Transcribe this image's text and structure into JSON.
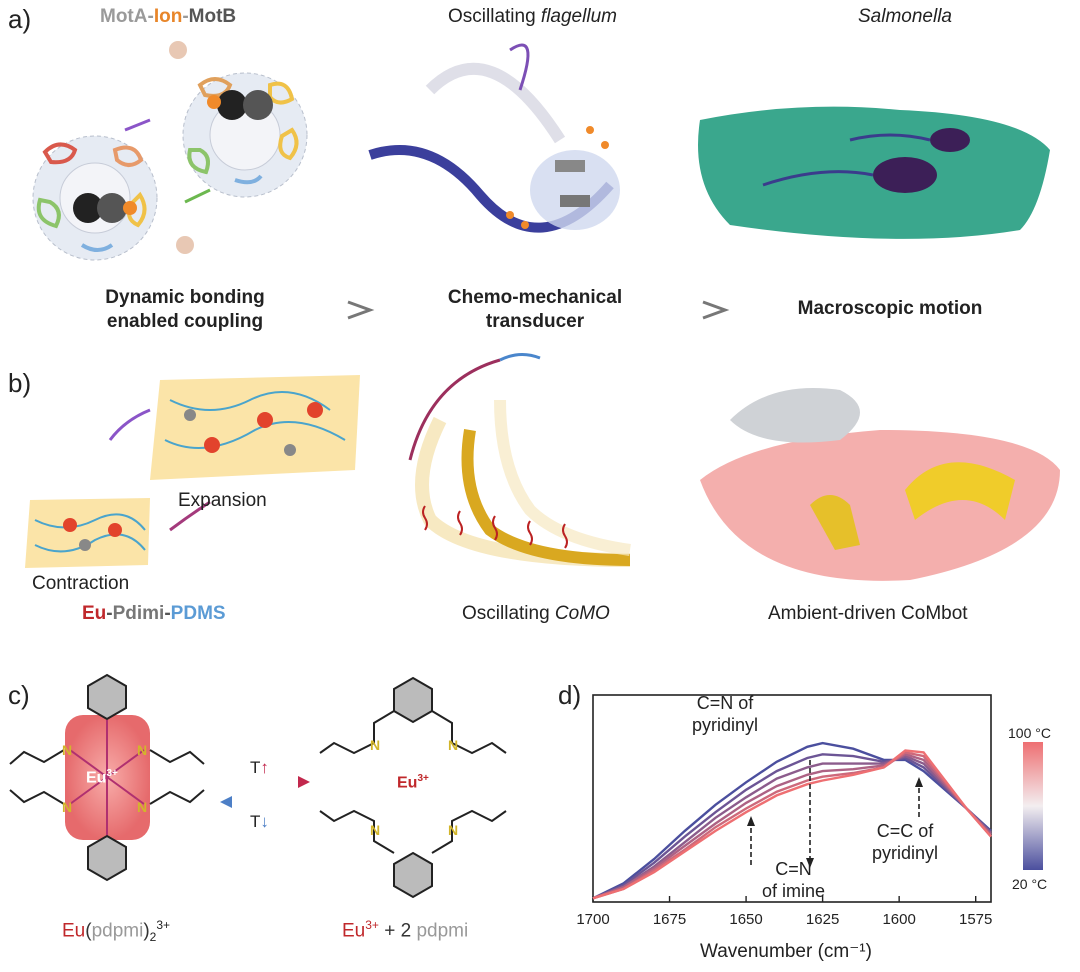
{
  "panel_a": {
    "label": "a)",
    "title_left": {
      "part1": "MotA",
      "dash1": "-",
      "part2": "Ion",
      "dash2": "-",
      "part3": "MotB"
    },
    "title_middle_prefix": "Oscillating ",
    "title_middle_italic": "flagellum",
    "title_right": "Salmonella",
    "caption_left_line1": "Dynamic bonding",
    "caption_left_line2": "enabled coupling",
    "caption_middle_line1": "Chemo-mechanical",
    "caption_middle_line2": "transducer",
    "caption_right": "Macroscopic motion"
  },
  "panel_b": {
    "label": "b)",
    "expansion": "Expansion",
    "contraction": "Contraction",
    "material": {
      "part1": "Eu",
      "dash1": "-",
      "part2": "Pdimi",
      "dash2": "-",
      "part3": "PDMS"
    },
    "middle_prefix": "Oscillating ",
    "middle_italic": "CoMO",
    "right": "Ambient-driven CoMbot"
  },
  "panel_c": {
    "label": "c)",
    "complex_center": "Eu",
    "complex_center_sup": "3+",
    "n_label": "N",
    "t_up": "T",
    "t_down": "T",
    "free_ion": "Eu",
    "free_ion_sup": "3+",
    "left_formula": {
      "eu": "Eu",
      "open": "(",
      "ligand": "pdpmi",
      "close": ")",
      "sub": "2",
      "sup": "3+"
    },
    "right_formula": {
      "eu": "Eu",
      "sup": "3+",
      "plus": " + 2 ",
      "ligand": "pdpmi"
    }
  },
  "panel_d": {
    "label": "d)",
    "annot_cn_pyr_line1": "C=N of",
    "annot_cn_pyr_line2": "pyridinyl",
    "annot_cc_pyr_line1": "C=C of",
    "annot_cc_pyr_line2": "pyridinyl",
    "annot_cn_imine_line1": "C=N",
    "annot_cn_imine_line2": "of imine",
    "colorbar_top": "100 °C",
    "colorbar_bottom": "20 °C",
    "colors": {
      "hot": "#ee6f72",
      "cold": "#4b4f9e"
    }
  },
  "chart_data": {
    "type": "line",
    "xlabel": "Wavenumber (cm⁻¹)",
    "ylabel": "",
    "xlim": [
      1700,
      1570
    ],
    "xticks": [
      1700,
      1675,
      1650,
      1625,
      1600,
      1575
    ],
    "series": [
      {
        "x": [
          1700,
          1690,
          1680,
          1670,
          1660,
          1650,
          1640,
          1630,
          1625,
          1615,
          1605,
          1598,
          1592,
          1585,
          1578,
          1570
        ],
        "values": [
          0.02,
          0.1,
          0.23,
          0.38,
          0.52,
          0.64,
          0.75,
          0.83,
          0.85,
          0.82,
          0.76,
          0.76,
          0.7,
          0.6,
          0.5,
          0.38
        ]
      },
      {
        "x": [
          1700,
          1690,
          1680,
          1670,
          1660,
          1650,
          1640,
          1630,
          1625,
          1615,
          1605,
          1598,
          1592,
          1585,
          1578,
          1570
        ],
        "values": [
          0.02,
          0.09,
          0.21,
          0.35,
          0.48,
          0.6,
          0.7,
          0.77,
          0.79,
          0.78,
          0.75,
          0.77,
          0.72,
          0.61,
          0.5,
          0.37
        ]
      },
      {
        "x": [
          1700,
          1690,
          1680,
          1670,
          1660,
          1650,
          1640,
          1630,
          1625,
          1615,
          1605,
          1598,
          1592,
          1585,
          1578,
          1570
        ],
        "values": [
          0.02,
          0.08,
          0.19,
          0.32,
          0.45,
          0.56,
          0.66,
          0.72,
          0.74,
          0.74,
          0.74,
          0.78,
          0.74,
          0.62,
          0.5,
          0.37
        ]
      },
      {
        "x": [
          1700,
          1690,
          1680,
          1670,
          1660,
          1650,
          1640,
          1630,
          1625,
          1615,
          1605,
          1598,
          1592,
          1585,
          1578,
          1570
        ],
        "values": [
          0.02,
          0.08,
          0.18,
          0.3,
          0.42,
          0.53,
          0.62,
          0.68,
          0.7,
          0.71,
          0.73,
          0.79,
          0.76,
          0.63,
          0.5,
          0.36
        ]
      },
      {
        "x": [
          1700,
          1690,
          1680,
          1670,
          1660,
          1650,
          1640,
          1630,
          1625,
          1615,
          1605,
          1598,
          1592,
          1585,
          1578,
          1570
        ],
        "values": [
          0.02,
          0.07,
          0.17,
          0.28,
          0.4,
          0.5,
          0.59,
          0.65,
          0.67,
          0.69,
          0.72,
          0.8,
          0.78,
          0.64,
          0.5,
          0.35
        ]
      },
      {
        "x": [
          1700,
          1690,
          1680,
          1670,
          1660,
          1650,
          1640,
          1630,
          1625,
          1615,
          1605,
          1598,
          1592,
          1585,
          1578,
          1570
        ],
        "values": [
          0.02,
          0.07,
          0.16,
          0.27,
          0.38,
          0.48,
          0.57,
          0.63,
          0.65,
          0.68,
          0.72,
          0.81,
          0.8,
          0.65,
          0.5,
          0.35
        ]
      }
    ]
  }
}
